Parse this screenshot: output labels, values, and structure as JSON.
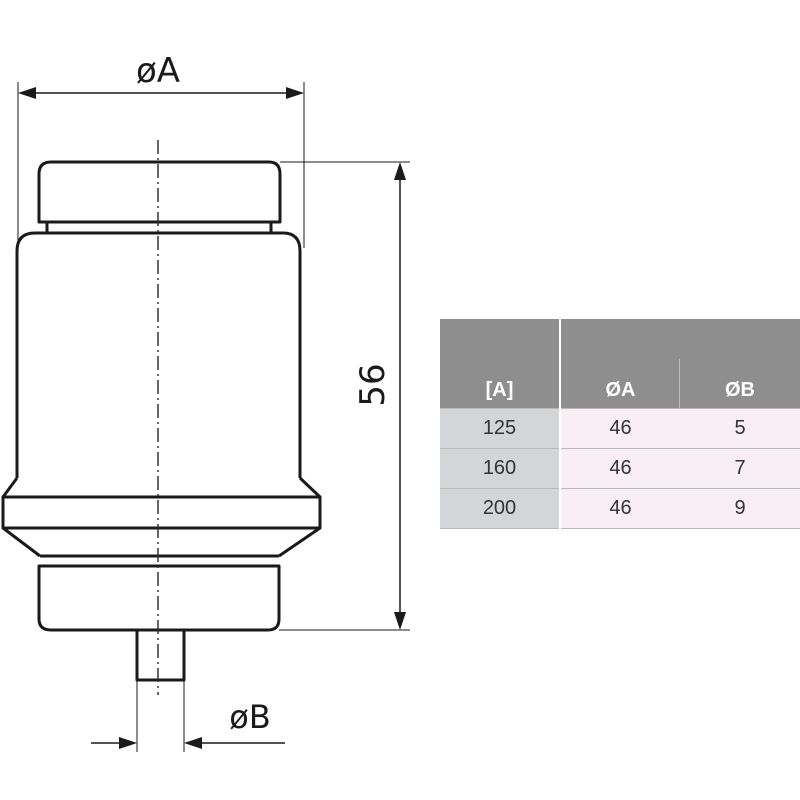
{
  "dimensions": {
    "outer_diameter_label": "øA",
    "pin_diameter_label": "øB",
    "height_label": "56"
  },
  "table": {
    "headers": [
      "[A]",
      "ØA",
      "ØB"
    ],
    "rows": [
      [
        "125",
        "46",
        "5"
      ],
      [
        "160",
        "46",
        "7"
      ],
      [
        "200",
        "46",
        "9"
      ]
    ]
  },
  "colors": {
    "outline": "#1a1a1a",
    "header_bg": "#8e8e8e",
    "first_col_bg": "#d4d5d7",
    "cell_bg": "#f9eef3"
  }
}
